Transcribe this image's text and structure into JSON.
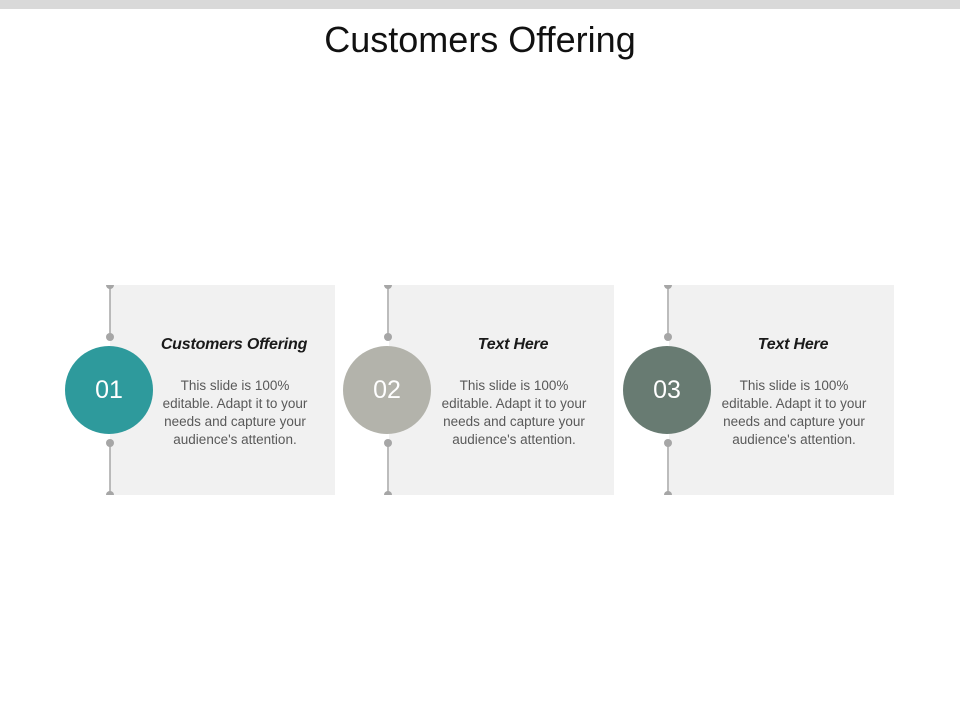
{
  "slide": {
    "title": "Customers Offering"
  },
  "colors": {
    "top_bar": "#d9d9d9",
    "card_background": "#f1f1f1",
    "connector": "#a6a6a6"
  },
  "items": [
    {
      "number": "01",
      "heading": "Customers Offering",
      "body": "This slide is 100% editable. Adapt it to your needs and capture your audience's attention.",
      "color": "#2e9a9c"
    },
    {
      "number": "02",
      "heading": "Text Here",
      "body": "This slide is 100% editable. Adapt it to your needs and capture your audience's attention.",
      "color": "#b3b3ab"
    },
    {
      "number": "03",
      "heading": "Text Here",
      "body": "This slide is 100% editable. Adapt it to your needs and capture your audience's attention.",
      "color": "#687b72"
    }
  ]
}
